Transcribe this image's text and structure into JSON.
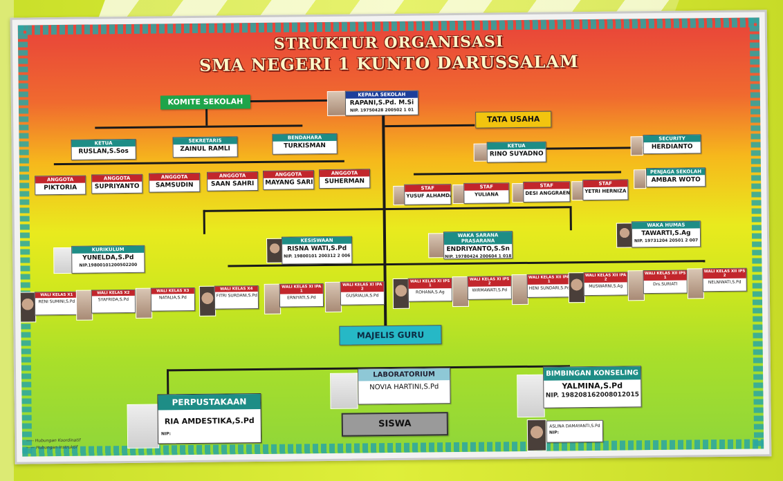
{
  "title": {
    "line1": "STRUKTUR ORGANISASI",
    "line2": "SMA NEGERI 1 KUNTO DARUSSALAM"
  },
  "kepala": {
    "role": "KEPALA SEKOLAH",
    "name": "RAPANI,S.Pd. M.Si",
    "nip": "NIP. 19750428 200502 1 01"
  },
  "komite": {
    "label": "KOMITE SEKOLAH",
    "officers": [
      {
        "role": "KETUA",
        "name": "RUSLAN,S.Sos"
      },
      {
        "role": "SEKRETARIS",
        "name": "ZAINUL RAMLI"
      },
      {
        "role": "BENDAHARA",
        "name": "TURKISMAN"
      }
    ],
    "members": [
      {
        "role": "ANGGOTA",
        "name": "PIKTORIA"
      },
      {
        "role": "ANGGOTA",
        "name": "SUPRIYANTO"
      },
      {
        "role": "ANGGOTA",
        "name": "SAMSUDIN"
      },
      {
        "role": "ANGGOTA",
        "name": "SAAN SAHRI"
      },
      {
        "role": "ANGGOTA",
        "name": "MAYANG SARI"
      },
      {
        "role": "ANGGOTA",
        "name": "SUHERMAN"
      }
    ]
  },
  "tata_usaha": {
    "label": "TATA USAHA",
    "ketua": {
      "role": "KETUA",
      "name": "RINO SUYADNO"
    },
    "security": {
      "role": "SECURITY",
      "name": "HERDIANTO"
    },
    "penjaga": {
      "role": "PENJAGA SEKOLAH",
      "name": "AMBAR WOTO"
    },
    "staf": [
      {
        "role": "STAF",
        "name": "YUSUF ALHAMDANI"
      },
      {
        "role": "STAF",
        "name": "YULIANA"
      },
      {
        "role": "STAF",
        "name": "DESI ANGGRAENI"
      },
      {
        "role": "STAF",
        "name": "YETRI HERNIZA"
      }
    ]
  },
  "waka": [
    {
      "role": "KURIKULUM",
      "name": "YUNELDA,S.Pd",
      "nip": "NIP.19800101200502200"
    },
    {
      "role": "KESISWAAN",
      "name": "RISNA WATI,S.Pd",
      "nip": "NIP. 19800101 200312 2 006"
    },
    {
      "role": "WAKA SARANA PRASARANA",
      "name": "ENDRIYANTO,S.Sn",
      "nip": "NIP. 19780424 200604 1 018"
    },
    {
      "role": "WAKA HUMAS",
      "name": "TAWARTI,S.Ag",
      "nip": "NIP. 19731204 20501 2 007"
    }
  ],
  "wali_kelas": [
    {
      "role": "WALI KELAS X1",
      "name": "RENI SUMINI,S.Pd"
    },
    {
      "role": "WALI KELAS X2",
      "name": "SYAFRIDA,S.Pd"
    },
    {
      "role": "WALI KELAS X3",
      "name": "NATALIA,S.Pd"
    },
    {
      "role": "WALI KELAS X4",
      "name": "FITRI SURDANI,S.Pd"
    },
    {
      "role": "WALI KELAS XI IPA 1",
      "name": "ERNIYATI,S.Pd"
    },
    {
      "role": "WALI KELAS XI IPA 2",
      "name": "GUSRIALIA,S.Pd"
    },
    {
      "role": "WALI KELAS XI IPS 1",
      "name": "ROHANA,S.Ag"
    },
    {
      "role": "WALI KELAS XI IPS 2",
      "name": "WIRMAWATI,S.Pd"
    },
    {
      "role": "WALI KELAS XII IPA 1",
      "name": "HENI SUNDARI,S.Pd"
    },
    {
      "role": "WALI KELAS XII IPA 2",
      "name": "MUSWARNI,S.Ag"
    },
    {
      "role": "WALI KELAS XII IPS 1",
      "name": "Drs.SURIATI"
    },
    {
      "role": "WALI KELAS XII IPS 2",
      "name": "NELNIWATI,S.Pd"
    }
  ],
  "majelis": "MAJELIS GURU",
  "perpustakaan": {
    "role": "PERPUSTAKAAN",
    "name": "RIA AMDESTIKA,S.Pd",
    "nip": "NIP:"
  },
  "laboratorium": {
    "role": "LABORATORIUM",
    "name": "NOVIA HARTINI,S.Pd"
  },
  "bk": {
    "role": "BIMBINGAN KONSELING",
    "name": "YALMINA,S.Pd",
    "nip": "NIP. 198208162008012015",
    "assistant": "ASLINA DAMAYANTI,S.Pd",
    "assistant_nip": "NIP:"
  },
  "siswa": "SISWA",
  "legend": [
    "Hubungan Koordinatif",
    "Hubungan Instruktif"
  ]
}
